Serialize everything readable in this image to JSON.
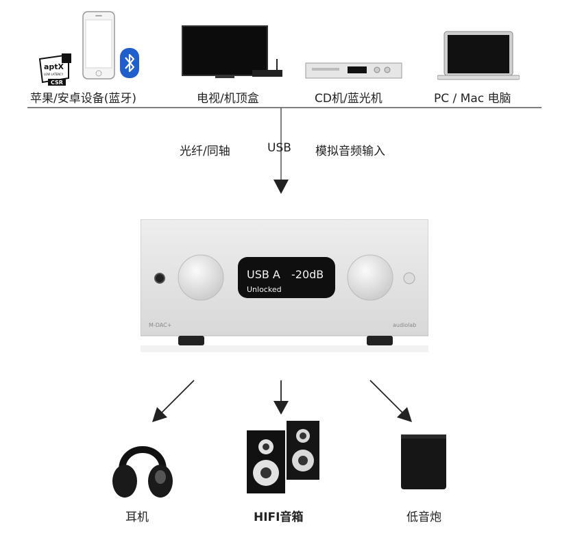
{
  "sources": [
    {
      "label": "苹果/安卓设备(蓝牙)"
    },
    {
      "label": "电视/机顶盒"
    },
    {
      "label": "CD机/蓝光机"
    },
    {
      "label": "PC / Mac 电脑"
    }
  ],
  "aptx_badge": {
    "brand": "aptX",
    "sub": "LOW LATENCY",
    "vendor": "CSR"
  },
  "inputs": {
    "left": "光纤/同轴",
    "center": "USB",
    "right": "模拟音频输入"
  },
  "device": {
    "display_line1_source": "USB A",
    "display_line1_volume": "-20dB",
    "display_line2": "Unlocked",
    "model": "M-DAC+",
    "brand": "audiolab"
  },
  "outputs": [
    {
      "label": "耳机"
    },
    {
      "label": "HIFI音箱"
    },
    {
      "label": "低音炮"
    }
  ],
  "colors": {
    "line": "#333333",
    "arrow": "#222222",
    "panel": "#e4e4e4",
    "display": "#111111"
  }
}
